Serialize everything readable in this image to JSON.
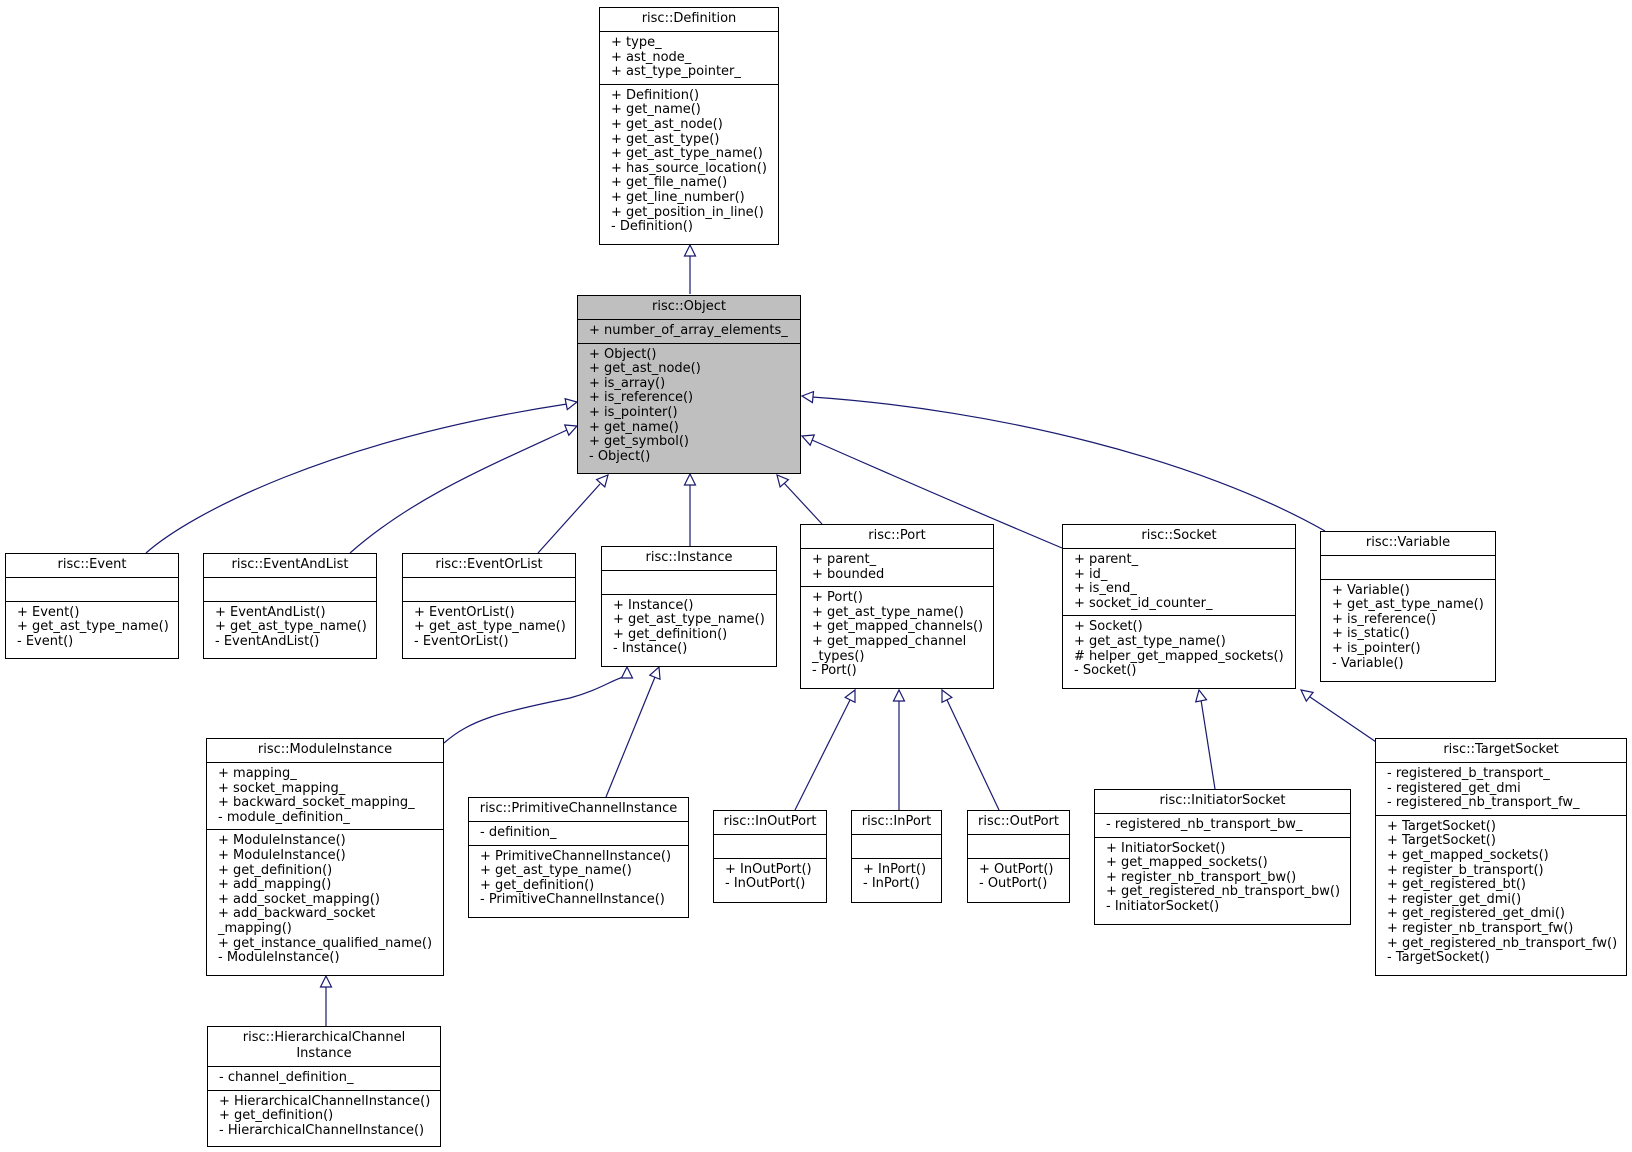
{
  "classes": {
    "definition": {
      "title": "risc::Definition",
      "attrs": [
        "+ type_",
        "+ ast_node_",
        "+ ast_type_pointer_"
      ],
      "methods": [
        "+ Definition()",
        "+ get_name()",
        "+ get_ast_node()",
        "+ get_ast_type()",
        "+ get_ast_type_name()",
        "+ has_source_location()",
        "+ get_file_name()",
        "+ get_line_number()",
        "+ get_position_in_line()",
        "- Definition()"
      ]
    },
    "object": {
      "title": "risc::Object",
      "attrs": [
        "+ number_of_array_elements_"
      ],
      "methods": [
        "+ Object()",
        "+ get_ast_node()",
        "+ is_array()",
        "+ is_reference()",
        "+ is_pointer()",
        "+ get_name()",
        "+ get_symbol()",
        "- Object()"
      ]
    },
    "event": {
      "title": "risc::Event",
      "attrs": [],
      "methods": [
        "+ Event()",
        "+ get_ast_type_name()",
        "- Event()"
      ]
    },
    "eventandlist": {
      "title": "risc::EventAndList",
      "attrs": [],
      "methods": [
        "+ EventAndList()",
        "+ get_ast_type_name()",
        "- EventAndList()"
      ]
    },
    "eventorlist": {
      "title": "risc::EventOrList",
      "attrs": [],
      "methods": [
        "+ EventOrList()",
        "+ get_ast_type_name()",
        "- EventOrList()"
      ]
    },
    "instance": {
      "title": "risc::Instance",
      "attrs": [],
      "methods": [
        "+ Instance()",
        "+ get_ast_type_name()",
        "+ get_definition()",
        "- Instance()"
      ]
    },
    "port": {
      "title": "risc::Port",
      "attrs": [
        "+ parent_",
        "+ bounded"
      ],
      "methods": [
        "+ Port()",
        "+ get_ast_type_name()",
        "+ get_mapped_channels()",
        "+ get_mapped_channel",
        "_types()",
        "- Port()"
      ]
    },
    "socket": {
      "title": "risc::Socket",
      "attrs": [
        "+ parent_",
        "+ id_",
        "+ is_end_",
        "+ socket_id_counter_"
      ],
      "methods": [
        "+ Socket()",
        "+ get_ast_type_name()",
        "# helper_get_mapped_sockets()",
        "- Socket()"
      ]
    },
    "variable": {
      "title": "risc::Variable",
      "attrs": [],
      "methods": [
        "+ Variable()",
        "+ get_ast_type_name()",
        "+ is_reference()",
        "+ is_static()",
        "+ is_pointer()",
        "- Variable()"
      ]
    },
    "moduleinstance": {
      "title": "risc::ModuleInstance",
      "attrs": [
        "+ mapping_",
        "+ socket_mapping_",
        "+ backward_socket_mapping_",
        "- module_definition_"
      ],
      "methods": [
        "+ ModuleInstance()",
        "+ ModuleInstance()",
        "+ get_definition()",
        "+ add_mapping()",
        "+ add_socket_mapping()",
        "+ add_backward_socket",
        "_mapping()",
        "+ get_instance_qualified_name()",
        "- ModuleInstance()"
      ]
    },
    "primitivechannelinstance": {
      "title": "risc::PrimitiveChannelInstance",
      "attrs": [
        "- definition_"
      ],
      "methods": [
        "+ PrimitiveChannelInstance()",
        "+ get_ast_type_name()",
        "+ get_definition()",
        "- PrimitiveChannelInstance()"
      ]
    },
    "inoutport": {
      "title": "risc::InOutPort",
      "attrs": [],
      "methods": [
        "+ InOutPort()",
        "- InOutPort()"
      ]
    },
    "inport": {
      "title": "risc::InPort",
      "attrs": [],
      "methods": [
        "+ InPort()",
        "- InPort()"
      ]
    },
    "outport": {
      "title": "risc::OutPort",
      "attrs": [],
      "methods": [
        "+ OutPort()",
        "- OutPort()"
      ]
    },
    "initiatorsocket": {
      "title": "risc::InitiatorSocket",
      "attrs": [
        "- registered_nb_transport_bw_"
      ],
      "methods": [
        "+ InitiatorSocket()",
        "+ get_mapped_sockets()",
        "+ register_nb_transport_bw()",
        "+ get_registered_nb_transport_bw()",
        "- InitiatorSocket()"
      ]
    },
    "targetsocket": {
      "title": "risc::TargetSocket",
      "attrs": [
        "- registered_b_transport_",
        "- registered_get_dmi",
        "- registered_nb_transport_fw_"
      ],
      "methods": [
        "+ TargetSocket()",
        "+ TargetSocket()",
        "+ get_mapped_sockets()",
        "+ register_b_transport()",
        "+ get_registered_bt()",
        "+ register_get_dmi()",
        "+ get_registered_get_dmi()",
        "+ register_nb_transport_fw()",
        "+ get_registered_nb_transport_fw()",
        "- TargetSocket()"
      ]
    },
    "hierarchicalchannelinstance": {
      "title": "risc::HierarchicalChannel\nInstance",
      "attrs": [
        "- channel_definition_"
      ],
      "methods": [
        "+ HierarchicalChannelInstance()",
        "+ get_definition()",
        "- HierarchicalChannelInstance()"
      ]
    }
  },
  "colors": {
    "edge": "#191970",
    "highlight": "#bfbfbf"
  }
}
